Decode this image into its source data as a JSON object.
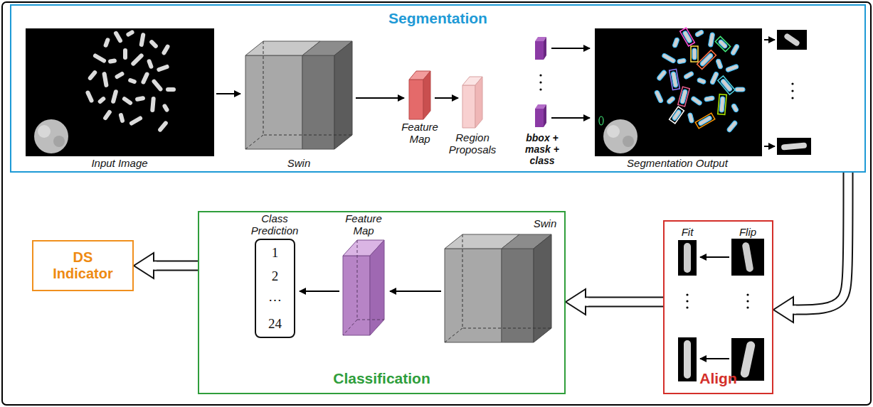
{
  "diagram": {
    "nodes": [
      {
        "text": [
          "Segmentation"
        ]
      },
      {
        "text": [
          "DS Indicator"
        ]
      },
      {
        "text": [
          "Classification"
        ]
      },
      {
        "text": [
          "1",
          "2",
          "⋯",
          "24"
        ],
        "in": 2
      },
      {
        "text": [
          "Align"
        ]
      }
    ],
    "edges": [
      {
        "from": 0,
        "to": 4,
        "arrow": "to"
      },
      {
        "from": 4,
        "to": 2,
        "arrow": "to"
      },
      {
        "from": 2,
        "to": 1,
        "arrow": "to"
      }
    ],
    "labels": [
      "Input Image",
      "Swin",
      "Feature Map",
      "Region Proposals",
      "bbox + mask + class",
      "Segmentation Output",
      "Class Prediction",
      "Feature Map",
      "Swin",
      "Fit",
      "Flip"
    ]
  }
}
